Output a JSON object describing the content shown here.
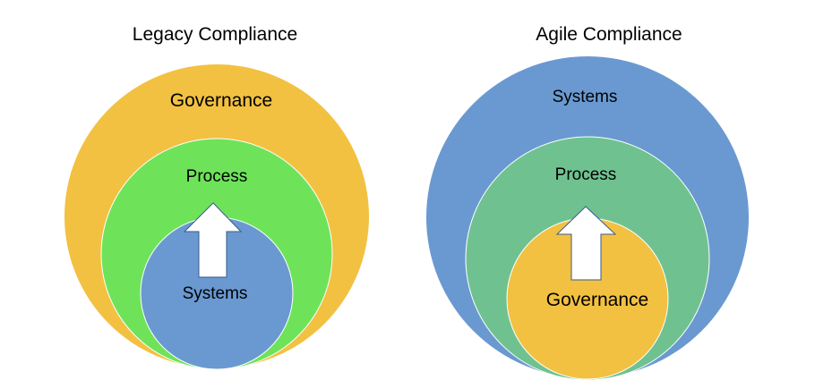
{
  "legacy": {
    "title": "Legacy Compliance",
    "outer_label": "Governance",
    "middle_label": "Process",
    "inner_label": "Systems",
    "colors": {
      "outer": "#F2C141",
      "middle": "#6EE35A",
      "inner": "#6A99D1"
    }
  },
  "agile": {
    "title": "Agile Compliance",
    "outer_label": "Systems",
    "middle_label": "Process",
    "inner_label": "Governance",
    "colors": {
      "outer": "#6A99D1",
      "middle": "#6FC290",
      "inner": "#F2C141"
    }
  },
  "icons": {
    "arrow": "arrow-up-icon"
  }
}
